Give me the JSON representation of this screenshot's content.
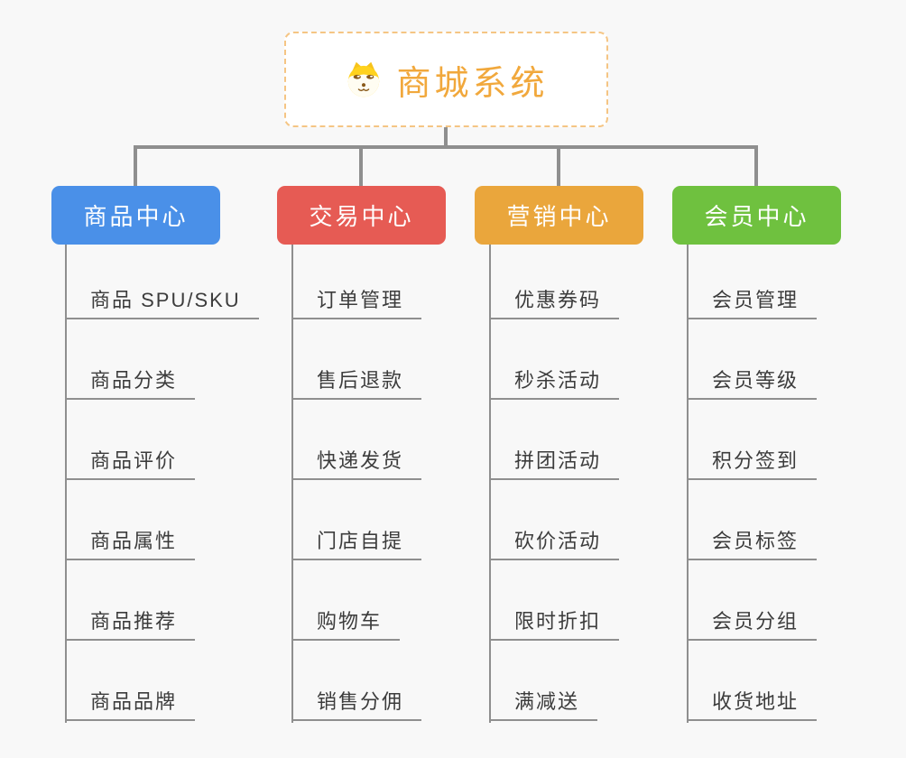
{
  "root": {
    "title": "商城系统",
    "icon": "dog-icon",
    "text_color": "#f1a83c",
    "border_color": "#f5c584"
  },
  "connector_color": "#8f8f8f",
  "background_color": "#f8f8f8",
  "branches": [
    {
      "label": "商品中心",
      "color": "#4a90e8",
      "children": [
        "商品 SPU/SKU",
        "商品分类",
        "商品评价",
        "商品属性",
        "商品推荐",
        "商品品牌"
      ]
    },
    {
      "label": "交易中心",
      "color": "#e65b54",
      "children": [
        "订单管理",
        "售后退款",
        "快递发货",
        "门店自提",
        "购物车",
        "销售分佣"
      ]
    },
    {
      "label": "营销中心",
      "color": "#eaa63c",
      "children": [
        "优惠券码",
        "秒杀活动",
        "拼团活动",
        "砍价活动",
        "限时折扣",
        "满减送"
      ]
    },
    {
      "label": "会员中心",
      "color": "#6fc13f",
      "children": [
        "会员管理",
        "会员等级",
        "积分签到",
        "会员标签",
        "会员分组",
        "收货地址"
      ]
    }
  ]
}
